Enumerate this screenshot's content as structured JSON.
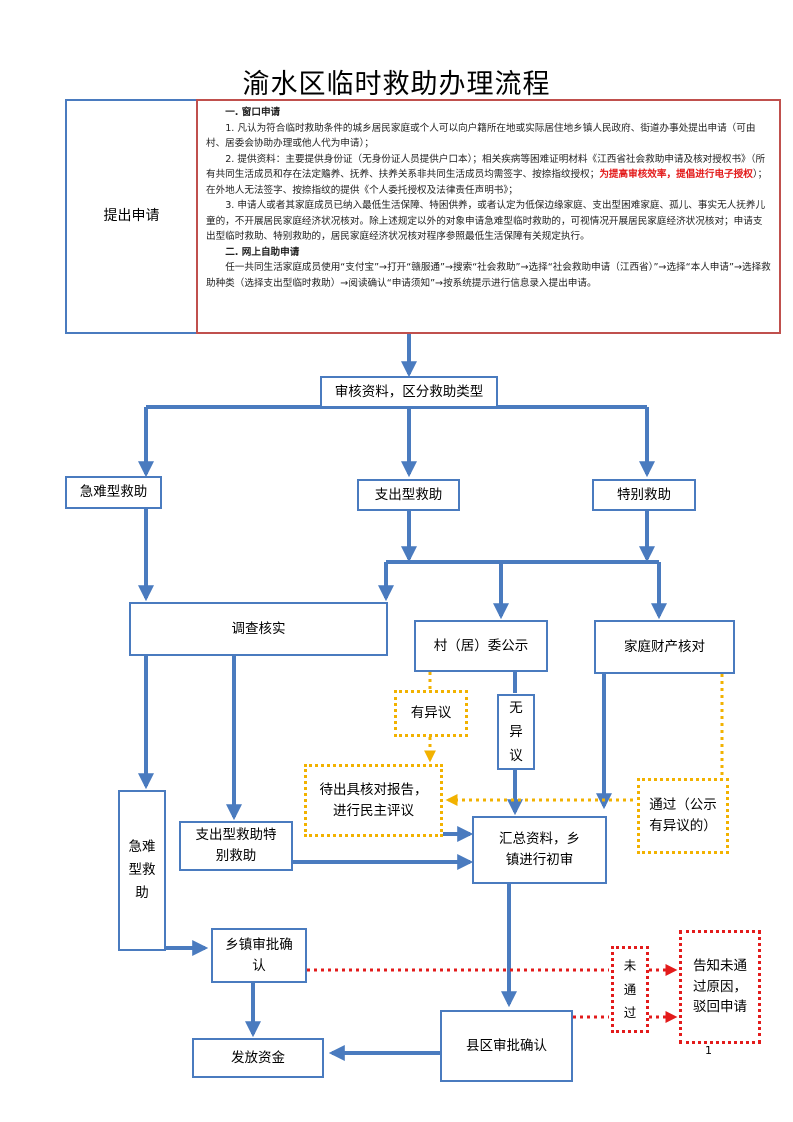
{
  "title": "渝水区临时救助办理流程",
  "apply_label": "提出申请",
  "window": {
    "heading": "一. 窗口申请",
    "p1": "1. 凡认为符合临时救助条件的城乡居民家庭或个人可以向户籍所在地或实际居住地乡镇人民政府、街道办事处提出申请（可由村、居委会协助办理或他人代为申请）；",
    "p2a": "2. 提供资料：主要提供身份证（无身份证人员提供户口本）；相关疾病等困难证明材料《江西省社会救助申请及核对授权书》（所有共同生活成员和存在法定赡养、抚养、扶养关系非共同生活成员均需签字、按捺指纹授权；",
    "p2red": "为提高审核效率，提倡进行电子授权",
    "p2b": "）；在外地人无法签字、按捺指纹的提供《个人委托授权及法律责任声明书》；",
    "p3": "3. 申请人或者其家庭成员已纳入最低生活保障、特困供养，或者认定为低保边缘家庭、支出型困难家庭、孤儿、事实无人抚养儿童的，不开展居民家庭经济状况核对。除上述规定以外的对象申请急难型临时救助的，可视情况开展居民家庭经济状况核对；申请支出型临时救助、特别救助的，居民家庭经济状况核对程序参照最低生活保障有关规定执行。"
  },
  "online": {
    "heading": "二. 网上自助申请",
    "p1": "任一共同生活家庭成员使用“支付宝”→打开“赣服通”→搜索“社会救助”→选择“社会救助申请（江西省）”→选择“本人申请”→选择救助种类（选择支出型临时救助）→阅读确认“申请须知”→按系统提示进行信息录入提出申请。"
  },
  "nodes": {
    "review": "审核资料，区分救助类型",
    "emergency": "急难型救助",
    "expense": "支出型救助",
    "special": "特别救助",
    "investigate": "调查核实",
    "village": "村（居）委公示",
    "property": "家庭财产核对",
    "objection": "有异议",
    "no_objection": "无异议",
    "report": "待出具核对报告，进行民主评议",
    "passed": "通过（公示有异议的）",
    "emergency_v": "急难型救助",
    "expense_special": "支出型救助特别救助",
    "summary": "汇总资料，乡镇进行初审",
    "town": "乡镇审批确认",
    "county": "县区审批确认",
    "not_passed": "未通过",
    "notify": "告知未通过原因，驳回申请",
    "funds": "发放资金"
  },
  "page_number": "1"
}
